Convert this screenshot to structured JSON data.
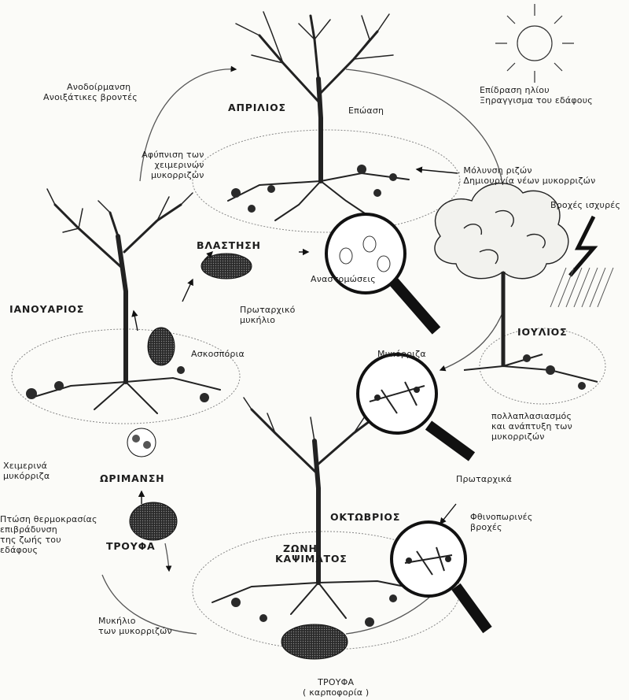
{
  "labels": {
    "rain_thunder": [
      "Ανοδοίρμανση",
      "Ανοιξάτικες βροντές"
    ],
    "april": "ΑΠΡΙΛΙΟΣ",
    "sprouting": "Επώαση",
    "sun_effect": [
      "Επίδραση ηλίου",
      "Ξηραγγισμα του εδάφους"
    ],
    "awakening": [
      "Αφύπνιση των",
      "χειμερινών",
      "μυκορριζών"
    ],
    "root_infection": [
      ". Μόλυνση ριζών",
      ". Δημιουργία νέων μυκορριζών"
    ],
    "heavy_rain": "Βροχές ισχυρές",
    "blastesi": "ΒΛΑΣΤΗΣΗ",
    "anastomoses": "Αναστομώσεις",
    "january": "ΙΑΝΟΥΑΡΙΟΣ",
    "primary_mycelium": [
      "Πρωταρχικό",
      "μυκήλιο"
    ],
    "july": "ΙΟΥΛΙΟΣ",
    "ascospores": "Ασκοσπόρια",
    "mycorrhiza": "Μυκόρριζα",
    "multiplication": [
      "πολλαπλασιασμός",
      "και ανάπτυξη των",
      "μυκορριζών"
    ],
    "winter_myc": [
      "Χειμερινά",
      "μυκόρριζα"
    ],
    "ripening": "ΩΡΙΜΑΝΣΗ",
    "primary": "Πρωταρχικά",
    "temp_drop": [
      "Πτώση θερμοκρασίας",
      "επιβράδυνση",
      "της ζωής του",
      "εδάφους"
    ],
    "october": "ΟΚΤΩΒΡΙΟΣ",
    "autumn_rain": [
      "Φθινοπωρινές",
      "βροχές"
    ],
    "truffle": "ΤΡΟΥΦΑ",
    "burn_zone": [
      "ΖΩΝΗ",
      "ΚΑΨΙΜΑΤΟΣ"
    ],
    "mycelium_myc": [
      "Μυκήλιο",
      "των μυκορριζών"
    ],
    "truffle_fruit": [
      "ΤΡΟΥΦΑ",
      "( καρποφορία )"
    ]
  }
}
